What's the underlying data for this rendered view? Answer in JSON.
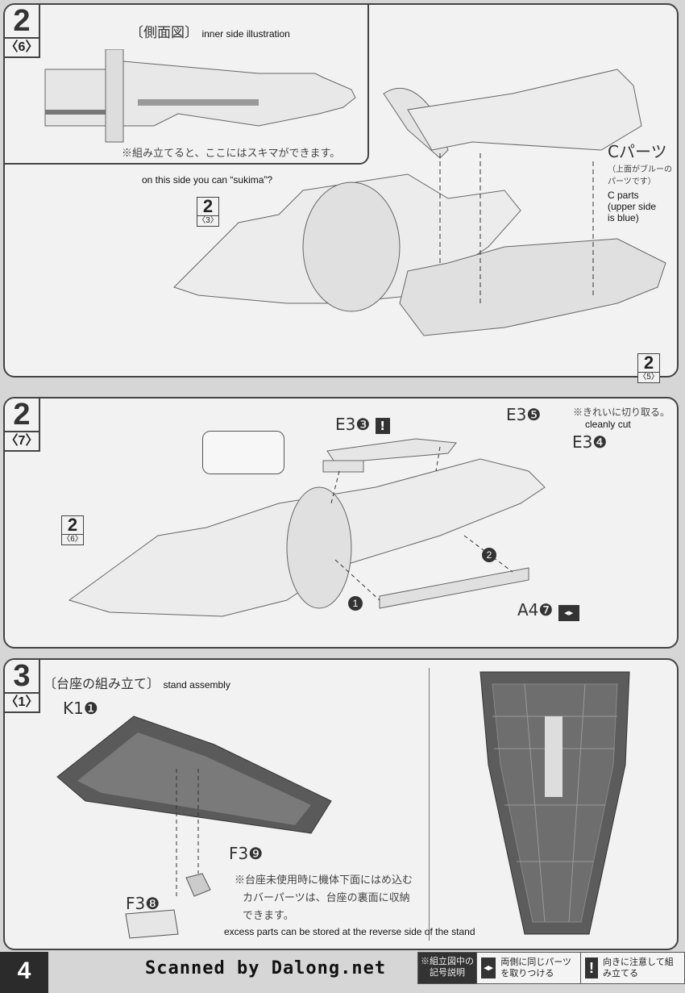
{
  "panel1": {
    "step": "2",
    "sub": "〈6〉",
    "inset_title": "〔側面図〕",
    "inset_caption": "inner side illustration",
    "inset_note": "※組み立てると、ここにはスキマができます。",
    "sukima_note": "on this side you can “sukima”?",
    "ref_a": {
      "n": "2",
      "s": "〈3〉"
    },
    "ref_b": {
      "n": "2",
      "s": "〈5〉"
    },
    "c_parts_jp": "Cパーツ",
    "c_parts_jp_sub": "（上面がブルーのパーツです）",
    "c_parts_en": "C parts (upper side is blue)"
  },
  "panel2": {
    "step": "2",
    "sub": "〈7〉",
    "ref": {
      "n": "2",
      "s": "〈6〉"
    },
    "e3_3": "E3❸",
    "e3_5": "E3❺",
    "e3_4": "E3❹",
    "cut_note_jp": "※きれいに切り取る。",
    "cut_note_en": "cleanly cut",
    "a4_7": "A4❼",
    "arrow1": "1",
    "arrow2": "2"
  },
  "panel3": {
    "step": "3",
    "sub": "〈1〉",
    "title_jp": "〔台座の組み立て〕",
    "title_en": "stand assembly",
    "k1": "K1❶",
    "f3_9": "F3❾",
    "f3_8": "F3❽",
    "note_jp": [
      "※台座未使用時に機体下面にはめ込む",
      "カバーパーツは、台座の裏面に収納",
      "できます。"
    ],
    "note_en": "excess parts can be stored at the reverse side of the stand"
  },
  "footer": {
    "page": "4",
    "scanned": "Scanned by Dalong.net",
    "legend_title": "※組立図中の記号説明",
    "legend_both": "両側に同じパーツを取りつける",
    "legend_orient": "向きに注意して組み立てる",
    "exclaim": "!"
  }
}
